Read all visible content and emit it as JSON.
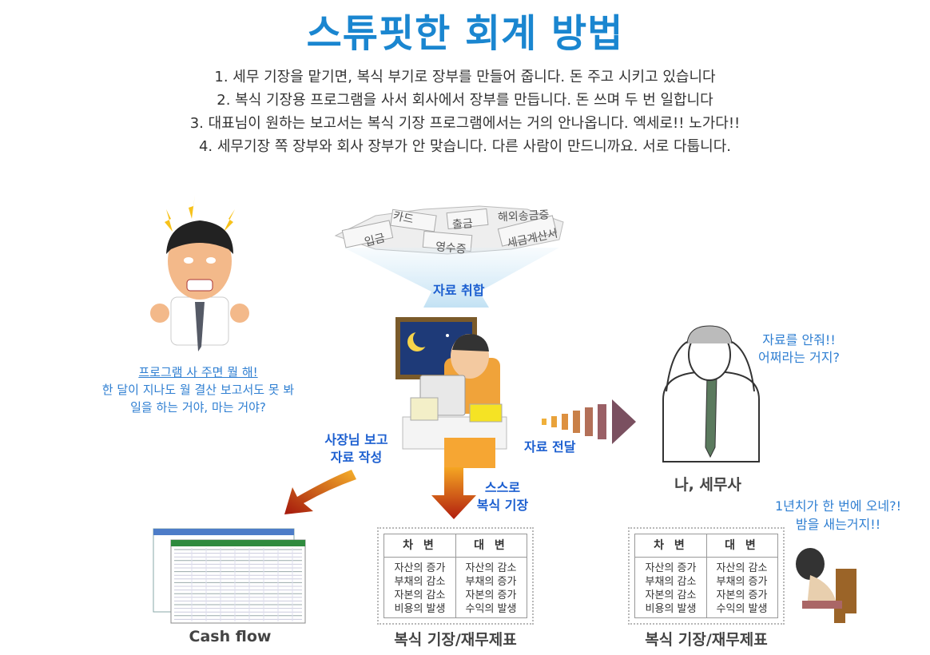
{
  "title": "스튜핏한 회계 방법",
  "intro_lines": [
    "1. 세무 기장을 맡기면, 복식 부기로 장부를 만들어 줍니다. 돈 주고 시키고 있습니다",
    "2. 복식 기장용 프로그램을 사서 회사에서 장부를 만듭니다. 돈 쓰며 두 번 일합니다",
    "3. 대표님이 원하는 보고서는 복식 기장 프로그램에서는 거의 안나옵니다. 엑세로!! 노가다!!",
    "4. 세무기장 쪽 장부와 회사 장부가 안 맞습니다. 다른 사람이 만드니까요. 서로 다툽니다."
  ],
  "papers": {
    "card": "카드",
    "withdraw": "출금",
    "remittance": "해외송금증",
    "deposit": "입금",
    "receipt": "영수증",
    "tax_invoice": "세금계산서"
  },
  "labels": {
    "collect": "자료 취합",
    "boss_quote": [
      "프로그램 사 주면 뭘 해!",
      "한 달이 지나도 월 결산 보고서도 못 봐",
      "일을 하는 거야, 마는 거야?"
    ],
    "accountant_quote": [
      "자료를 안줘!!",
      "어쩌라는 거지?"
    ],
    "deliver": "자료 전달",
    "report": [
      "사장님 보고",
      "자료 작성"
    ],
    "self_entry": [
      "스스로",
      "복식 기장"
    ],
    "tax_pro": "나, 세무사",
    "tired_quote": [
      "1년치가 한 번에 오네?!",
      "밤을 새는거지!!"
    ],
    "cashflow": "Cash flow",
    "ledger_caption_1": "복식 기장/재무제표",
    "ledger_caption_2": "복식 기장/재무제표"
  },
  "ledger": {
    "debit_header": "차 변",
    "credit_header": "대 변",
    "debit": [
      "자산의 증가",
      "부채의 감소",
      "자본의 감소",
      "비용의 발생"
    ],
    "credit": [
      "자산의 감소",
      "부채의 증가",
      "자본의 증가",
      "수익의 발생"
    ]
  }
}
